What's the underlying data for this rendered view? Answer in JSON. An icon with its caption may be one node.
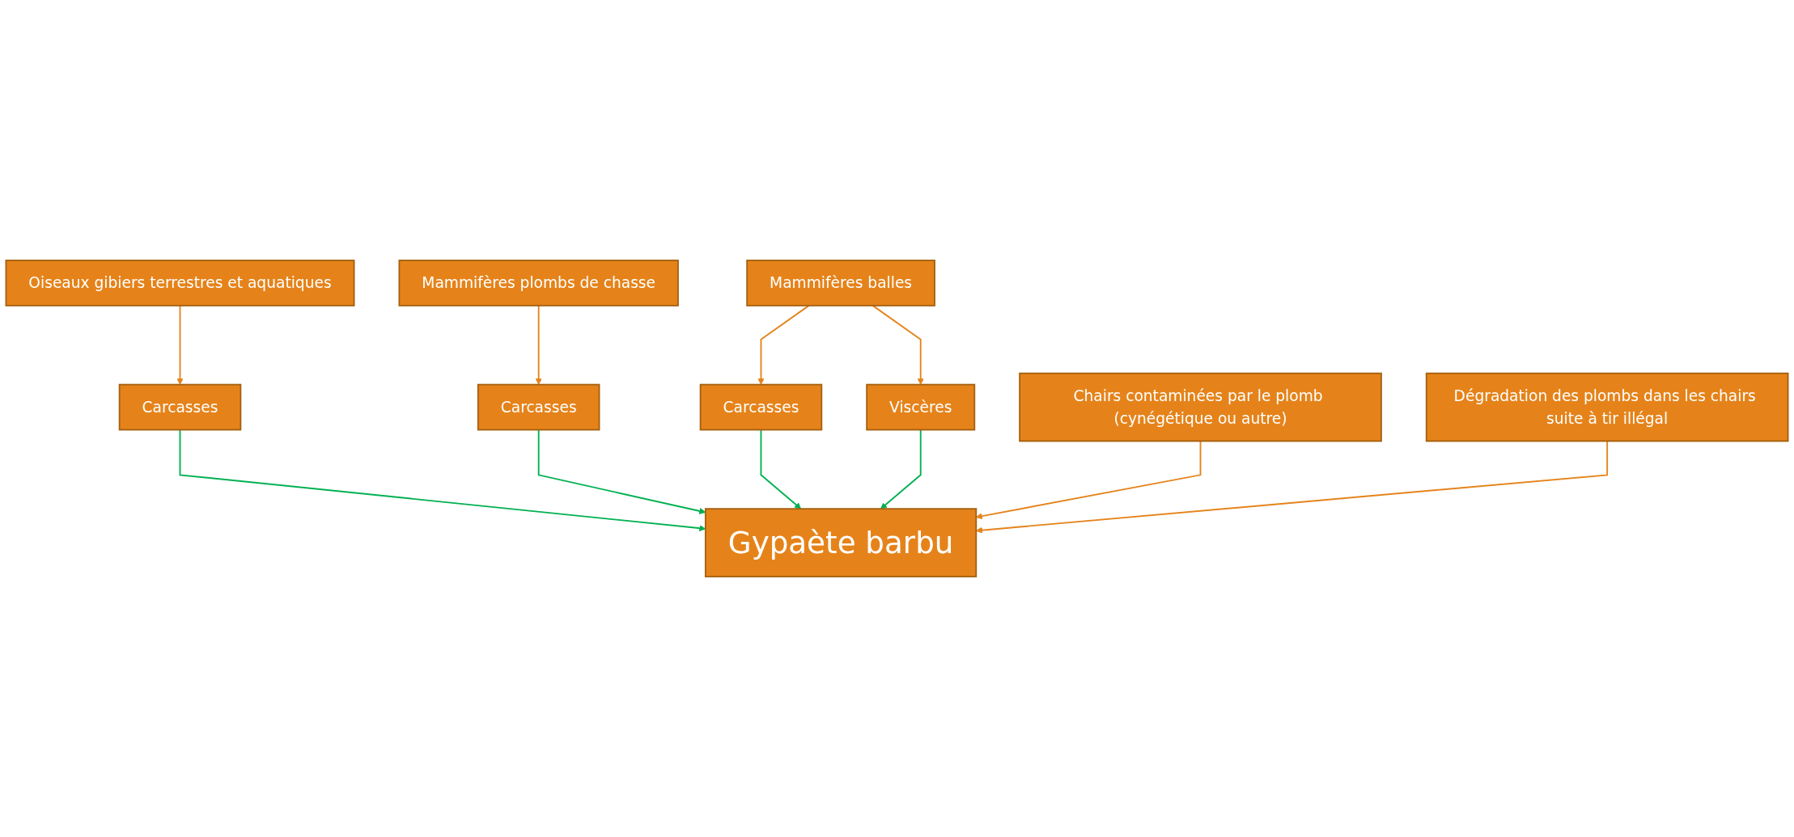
{
  "diagram": {
    "nodes": [
      {
        "text": [
          "Oiseaux gibiers terrestres et aquatiques"
        ]
      },
      {
        "text": [
          "Mammifères plombs de chasse"
        ]
      },
      {
        "text": [
          "Mammifères balles"
        ]
      },
      {
        "text": [
          "Carcasses"
        ]
      },
      {
        "text": [
          "Carcasses"
        ]
      },
      {
        "text": [
          "Carcasses"
        ]
      },
      {
        "text": [
          "Viscères"
        ]
      },
      {
        "text": [
          "Gypaète barbu"
        ]
      },
      {
        "text": [
          "Chairs contaminées par le plomb (cynégétique ou autre)"
        ]
      },
      {
        "text": [
          "Dégradation des plombs dans les chairs suite à tir illégal"
        ]
      }
    ],
    "edges": [
      {
        "from": 0,
        "to": 3,
        "arrow": "to"
      },
      {
        "from": 1,
        "to": 4,
        "arrow": "to"
      },
      {
        "from": 2,
        "to": 5,
        "arrow": "to"
      },
      {
        "from": 2,
        "to": 6,
        "arrow": "to"
      },
      {
        "from": 3,
        "to": 7,
        "arrow": "to",
        "color": "#00b050"
      },
      {
        "from": 4,
        "to": 7,
        "arrow": "to",
        "color": "#00b050"
      },
      {
        "from": 5,
        "to": 7,
        "arrow": "to",
        "color": "#00b050"
      },
      {
        "from": 6,
        "to": 7,
        "arrow": "to",
        "color": "#00b050"
      },
      {
        "from": 8,
        "to": 7,
        "arrow": "to"
      },
      {
        "from": 9,
        "to": 7,
        "arrow": "to"
      }
    ]
  }
}
